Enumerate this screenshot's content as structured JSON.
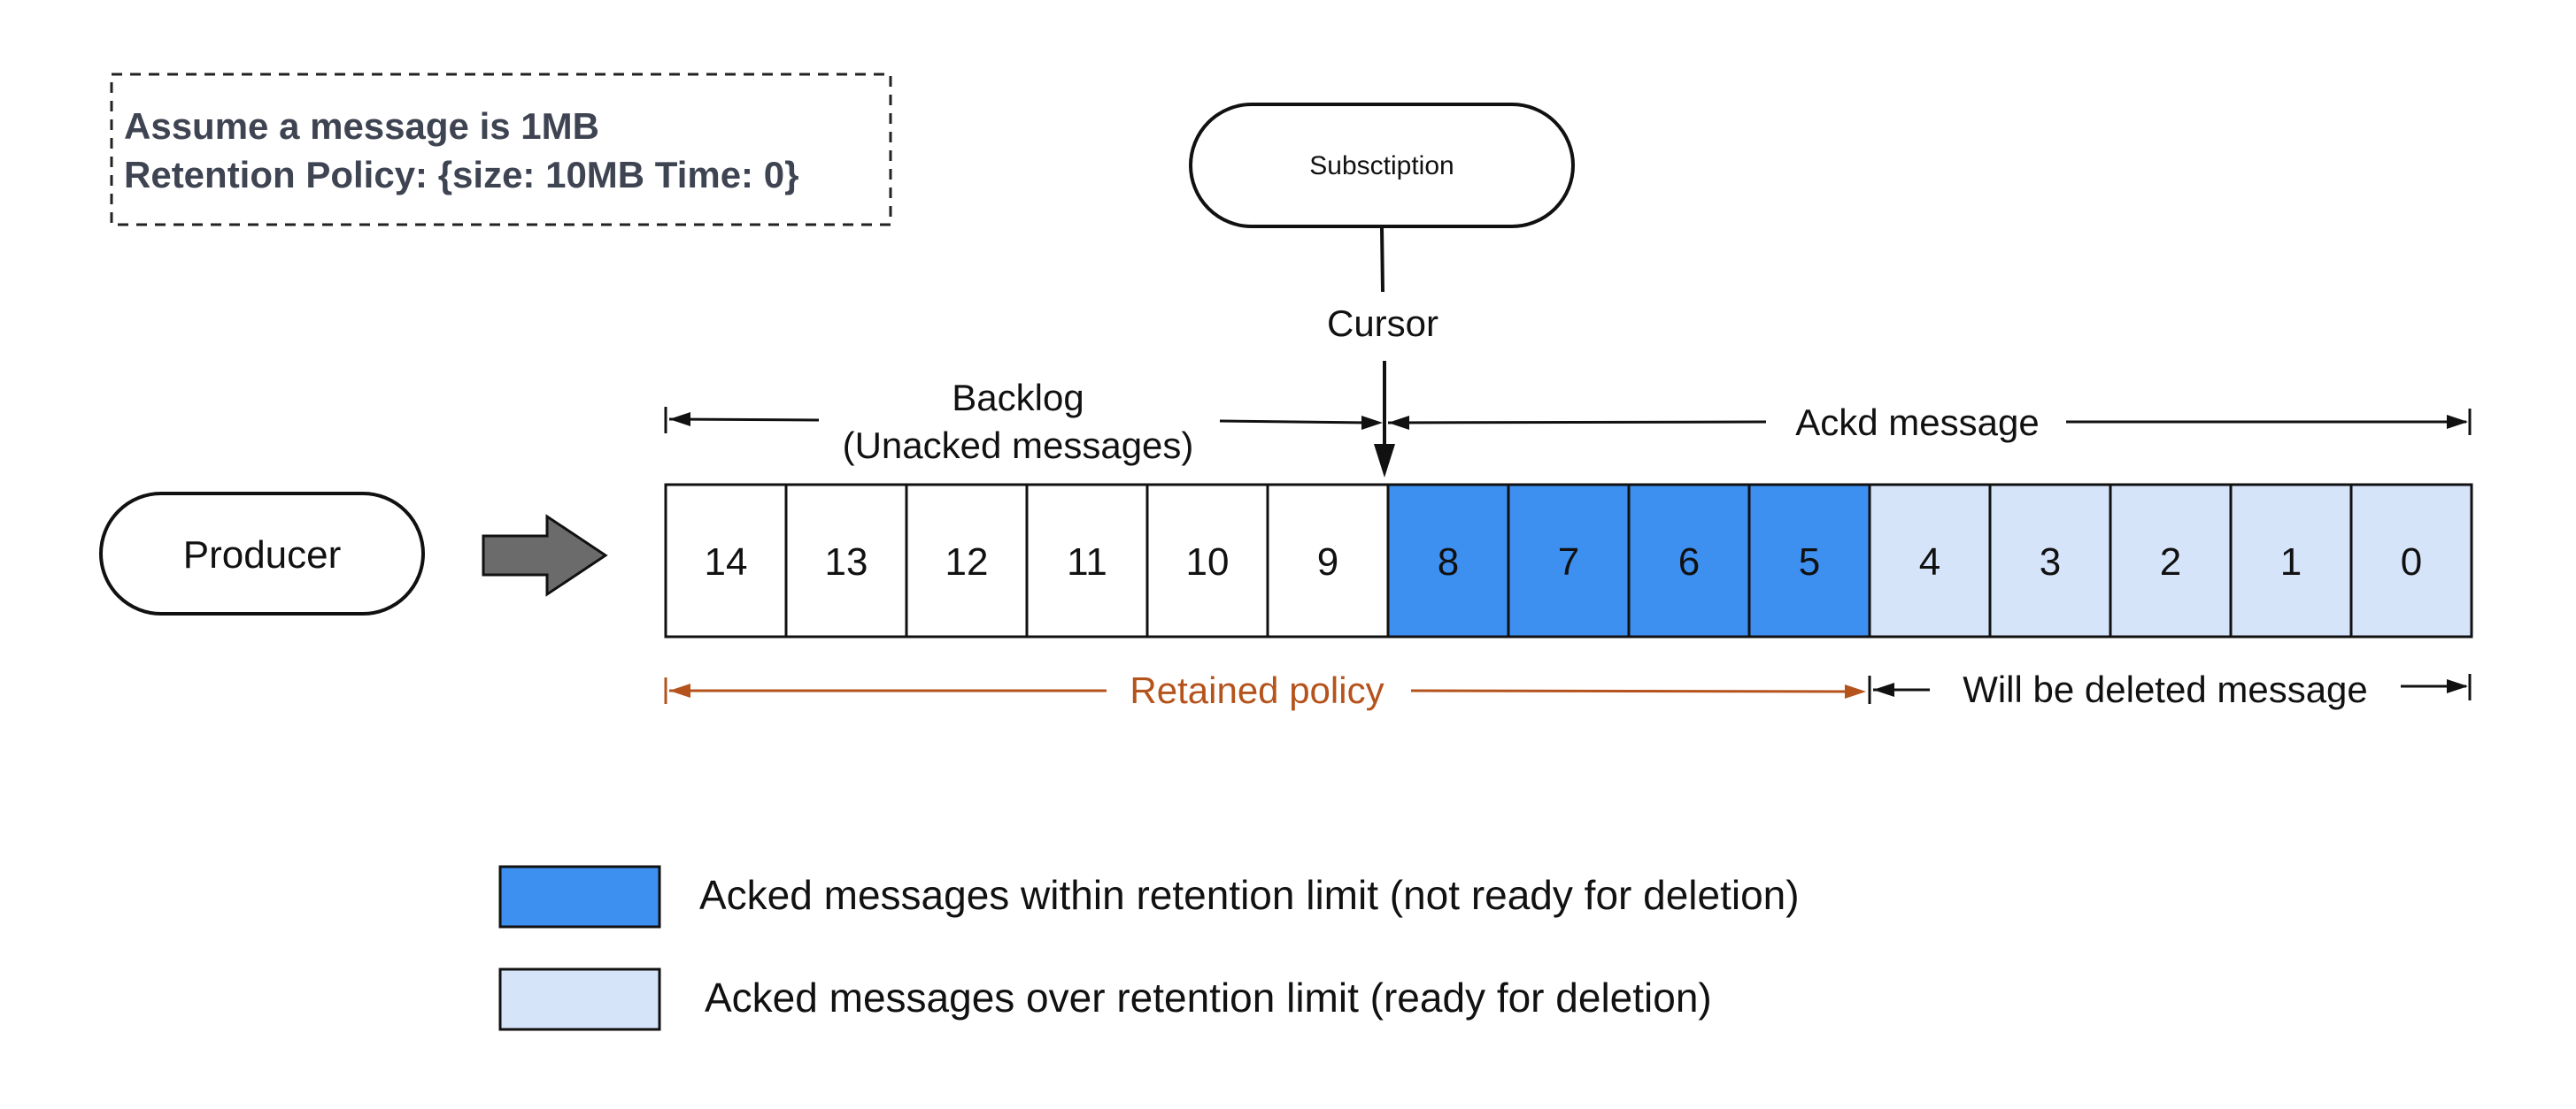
{
  "note": {
    "line1": "Assume a message is 1MB",
    "line2": "Retention Policy: {size: 10MB Time: 0}"
  },
  "subscription": {
    "label": "Subsctiption"
  },
  "cursor": {
    "label": "Cursor"
  },
  "producer": {
    "label": "Producer"
  },
  "backlog": {
    "line1": "Backlog",
    "line2": "(Unacked messages)"
  },
  "acked": {
    "label": "Ackd message"
  },
  "retained": {
    "label": "Retained policy"
  },
  "deleted": {
    "label": "Will be deleted message"
  },
  "messages": [
    {
      "id": "14",
      "state": "unacked"
    },
    {
      "id": "13",
      "state": "unacked"
    },
    {
      "id": "12",
      "state": "unacked"
    },
    {
      "id": "11",
      "state": "unacked"
    },
    {
      "id": "10",
      "state": "unacked"
    },
    {
      "id": "9",
      "state": "unacked"
    },
    {
      "id": "8",
      "state": "acked-retained"
    },
    {
      "id": "7",
      "state": "acked-retained"
    },
    {
      "id": "6",
      "state": "acked-retained"
    },
    {
      "id": "5",
      "state": "acked-retained"
    },
    {
      "id": "4",
      "state": "acked-deletable"
    },
    {
      "id": "3",
      "state": "acked-deletable"
    },
    {
      "id": "2",
      "state": "acked-deletable"
    },
    {
      "id": "1",
      "state": "acked-deletable"
    },
    {
      "id": "0",
      "state": "acked-deletable"
    }
  ],
  "legend": [
    {
      "label": "Acked messages within retention limit (not ready for deletion)",
      "color": "#3d8ff0"
    },
    {
      "label": "Acked messages over retention limit (ready for deletion)",
      "color": "#d6e4fa"
    }
  ],
  "colors": {
    "unacked": "#ffffff",
    "acked_retained": "#3d8ff0",
    "acked_deletable": "#d6e4fa",
    "retained_arrow": "#b5531c",
    "note_text": "#3f4452"
  }
}
